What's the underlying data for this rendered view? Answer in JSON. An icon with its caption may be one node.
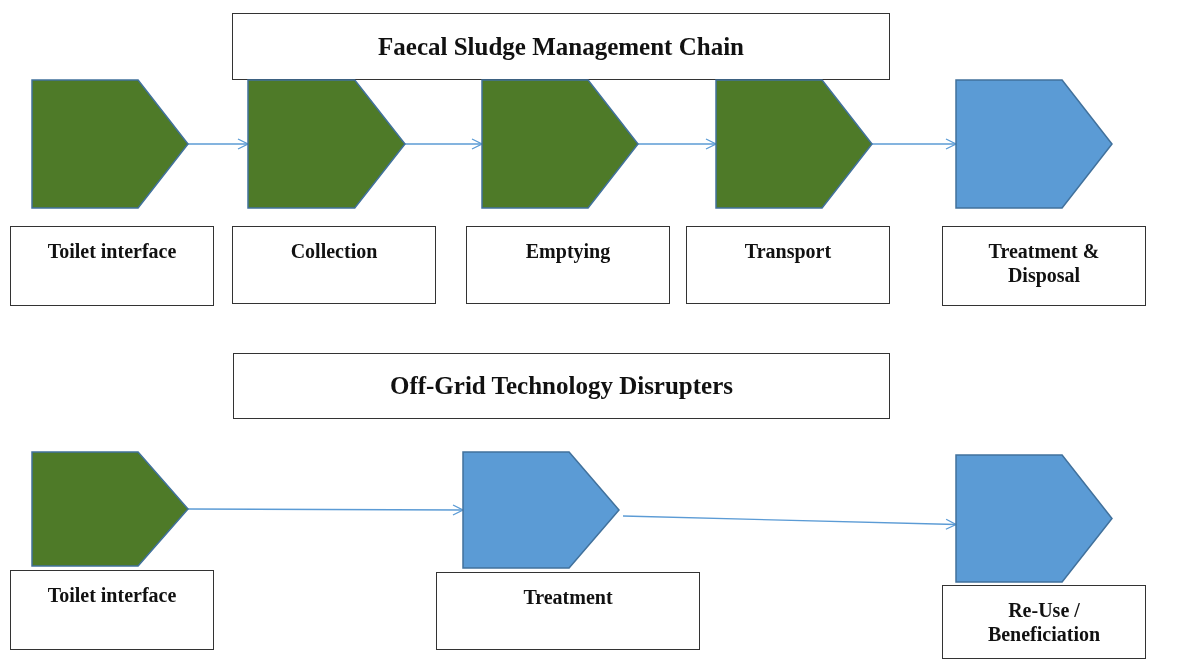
{
  "diagram": {
    "nodes": [
      {
        "text": [
          "Faecal Sludge Management Chain"
        ]
      },
      {
        "text": [],
        "shape": "pentagon"
      },
      {
        "text": [],
        "shape": "pentagon"
      },
      {
        "text": [],
        "shape": "pentagon"
      },
      {
        "text": [],
        "shape": "pentagon"
      },
      {
        "text": [],
        "shape": "pentagon"
      },
      {
        "text": [
          "Toilet interface"
        ]
      },
      {
        "text": [
          "Collection"
        ]
      },
      {
        "text": [
          "Emptying"
        ]
      },
      {
        "text": [
          "Transport"
        ]
      },
      {
        "text": [
          "Treatment & Disposal"
        ]
      },
      {
        "text": [
          "Off-Grid Technology Disrupters"
        ]
      },
      {
        "text": [],
        "shape": "pentagon"
      },
      {
        "text": [],
        "shape": "pentagon"
      },
      {
        "text": [],
        "shape": "pentagon"
      },
      {
        "text": [
          "Toilet interface"
        ]
      },
      {
        "text": [
          "Treatment"
        ]
      },
      {
        "text": [
          "Re-Use / Beneficiation"
        ]
      }
    ],
    "edges": [
      {
        "from": 1,
        "to": 2,
        "arrow": "to"
      },
      {
        "from": 2,
        "to": 3,
        "arrow": "to"
      },
      {
        "from": 3,
        "to": 4,
        "arrow": "to"
      },
      {
        "from": 4,
        "to": 5,
        "arrow": "to"
      },
      {
        "from": 12,
        "to": 13,
        "arrow": "to"
      },
      {
        "from": 13,
        "to": 14,
        "arrow": "to"
      }
    ]
  }
}
